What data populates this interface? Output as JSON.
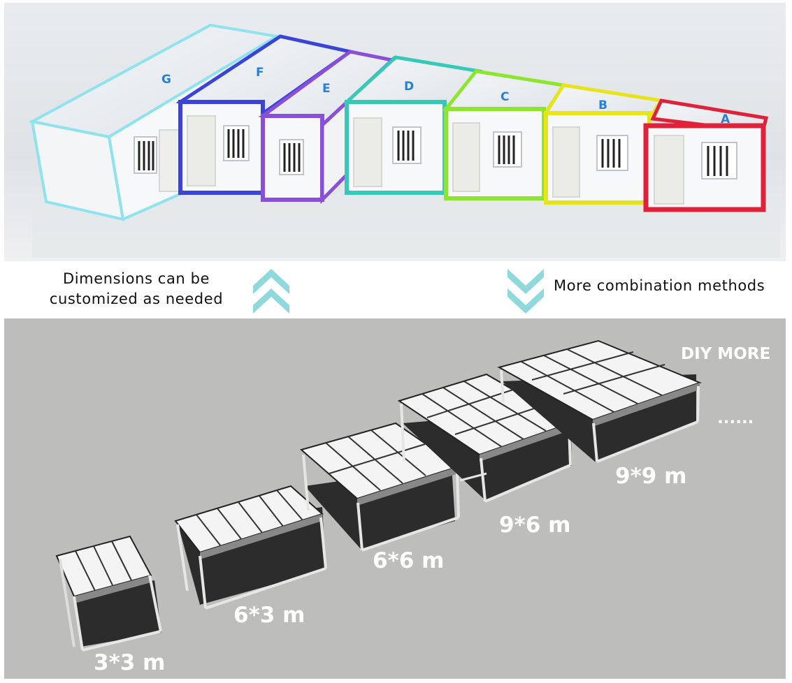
{
  "top_panel": {
    "module_letters": [
      "G",
      "F",
      "E",
      "D",
      "C",
      "B",
      "A"
    ],
    "module_colors": [
      "#8fe3ee",
      "#3a45d8",
      "#8a4ed8",
      "#35c9b8",
      "#8ee62c",
      "#e8e41c",
      "#e0213a"
    ]
  },
  "middle": {
    "left_caption_line1": "Dimensions can be",
    "left_caption_line2": "customized as needed",
    "right_caption": "More combination methods",
    "arrow_color": "#8fd9dc"
  },
  "bottom_panel": {
    "diy_label": "DIY MORE",
    "ellipsis": "......",
    "units": [
      {
        "label": "3*3 m"
      },
      {
        "label": "6*3 m"
      },
      {
        "label": "6*6 m"
      },
      {
        "label": "9*6 m"
      },
      {
        "label": "9*9 m"
      }
    ]
  }
}
